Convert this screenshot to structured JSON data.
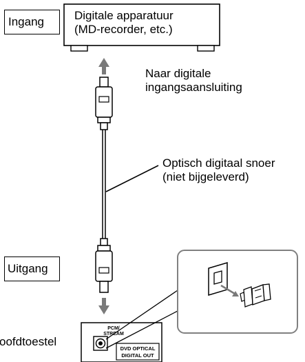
{
  "labels": {
    "input": "Ingang",
    "device_line1": "Digitale apparatuur",
    "device_line2": "(MD-recorder, etc.)",
    "to_input_line1": "Naar digitale",
    "to_input_line2": "ingangsaansluiting",
    "cable_line1": "Optisch digitaal snoer",
    "cable_line2": "(niet bijgeleverd)",
    "output": "Uitgang",
    "main_unit": "oofdtoestel",
    "jack_top_line1": "PCM/",
    "jack_top_line2": "STREAM",
    "jack_bottom_line1": "DVD OPTICAL",
    "jack_bottom_line2": "DIGITAL OUT"
  },
  "colors": {
    "stroke": "#000000",
    "arrow": "#7a7a7a",
    "callout_border": "#808080",
    "plug_fill": "#ffffff"
  }
}
